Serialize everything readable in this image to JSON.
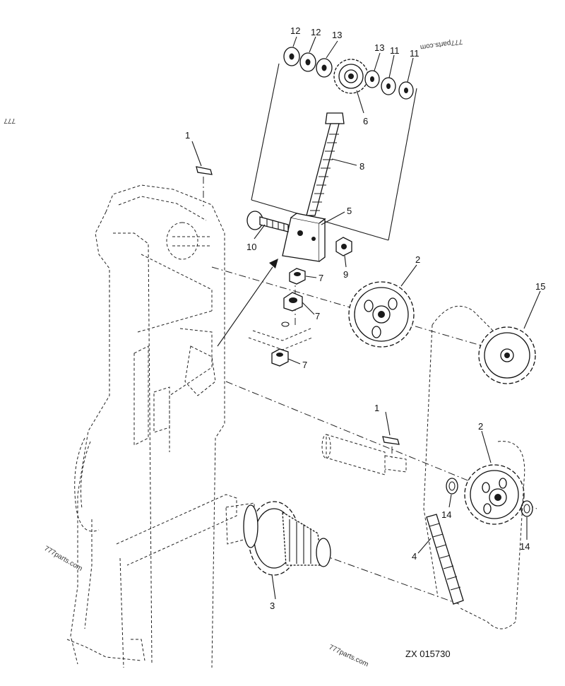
{
  "callouts": [
    {
      "id": "c12a",
      "text": "12"
    },
    {
      "id": "c12b",
      "text": "12"
    },
    {
      "id": "c13a",
      "text": "13"
    },
    {
      "id": "c13b",
      "text": "13"
    },
    {
      "id": "c11a",
      "text": "11"
    },
    {
      "id": "c11b",
      "text": "11"
    },
    {
      "id": "c6",
      "text": "6"
    },
    {
      "id": "c8",
      "text": "8"
    },
    {
      "id": "c1a",
      "text": "1"
    },
    {
      "id": "c5",
      "text": "5"
    },
    {
      "id": "c10",
      "text": "10"
    },
    {
      "id": "c9",
      "text": "9"
    },
    {
      "id": "c7a",
      "text": "7"
    },
    {
      "id": "c7b",
      "text": "7"
    },
    {
      "id": "c7c",
      "text": "7"
    },
    {
      "id": "c2a",
      "text": "2"
    },
    {
      "id": "c15",
      "text": "15"
    },
    {
      "id": "c1b",
      "text": "1"
    },
    {
      "id": "c2b",
      "text": "2"
    },
    {
      "id": "c14a",
      "text": "14"
    },
    {
      "id": "c14b",
      "text": "14"
    },
    {
      "id": "c4",
      "text": "4"
    },
    {
      "id": "c3",
      "text": "3"
    }
  ],
  "drawing_code": "ZX 015730",
  "watermarks": [
    "777parts.com",
    "777parts.com",
    "777parts.com",
    "777"
  ]
}
